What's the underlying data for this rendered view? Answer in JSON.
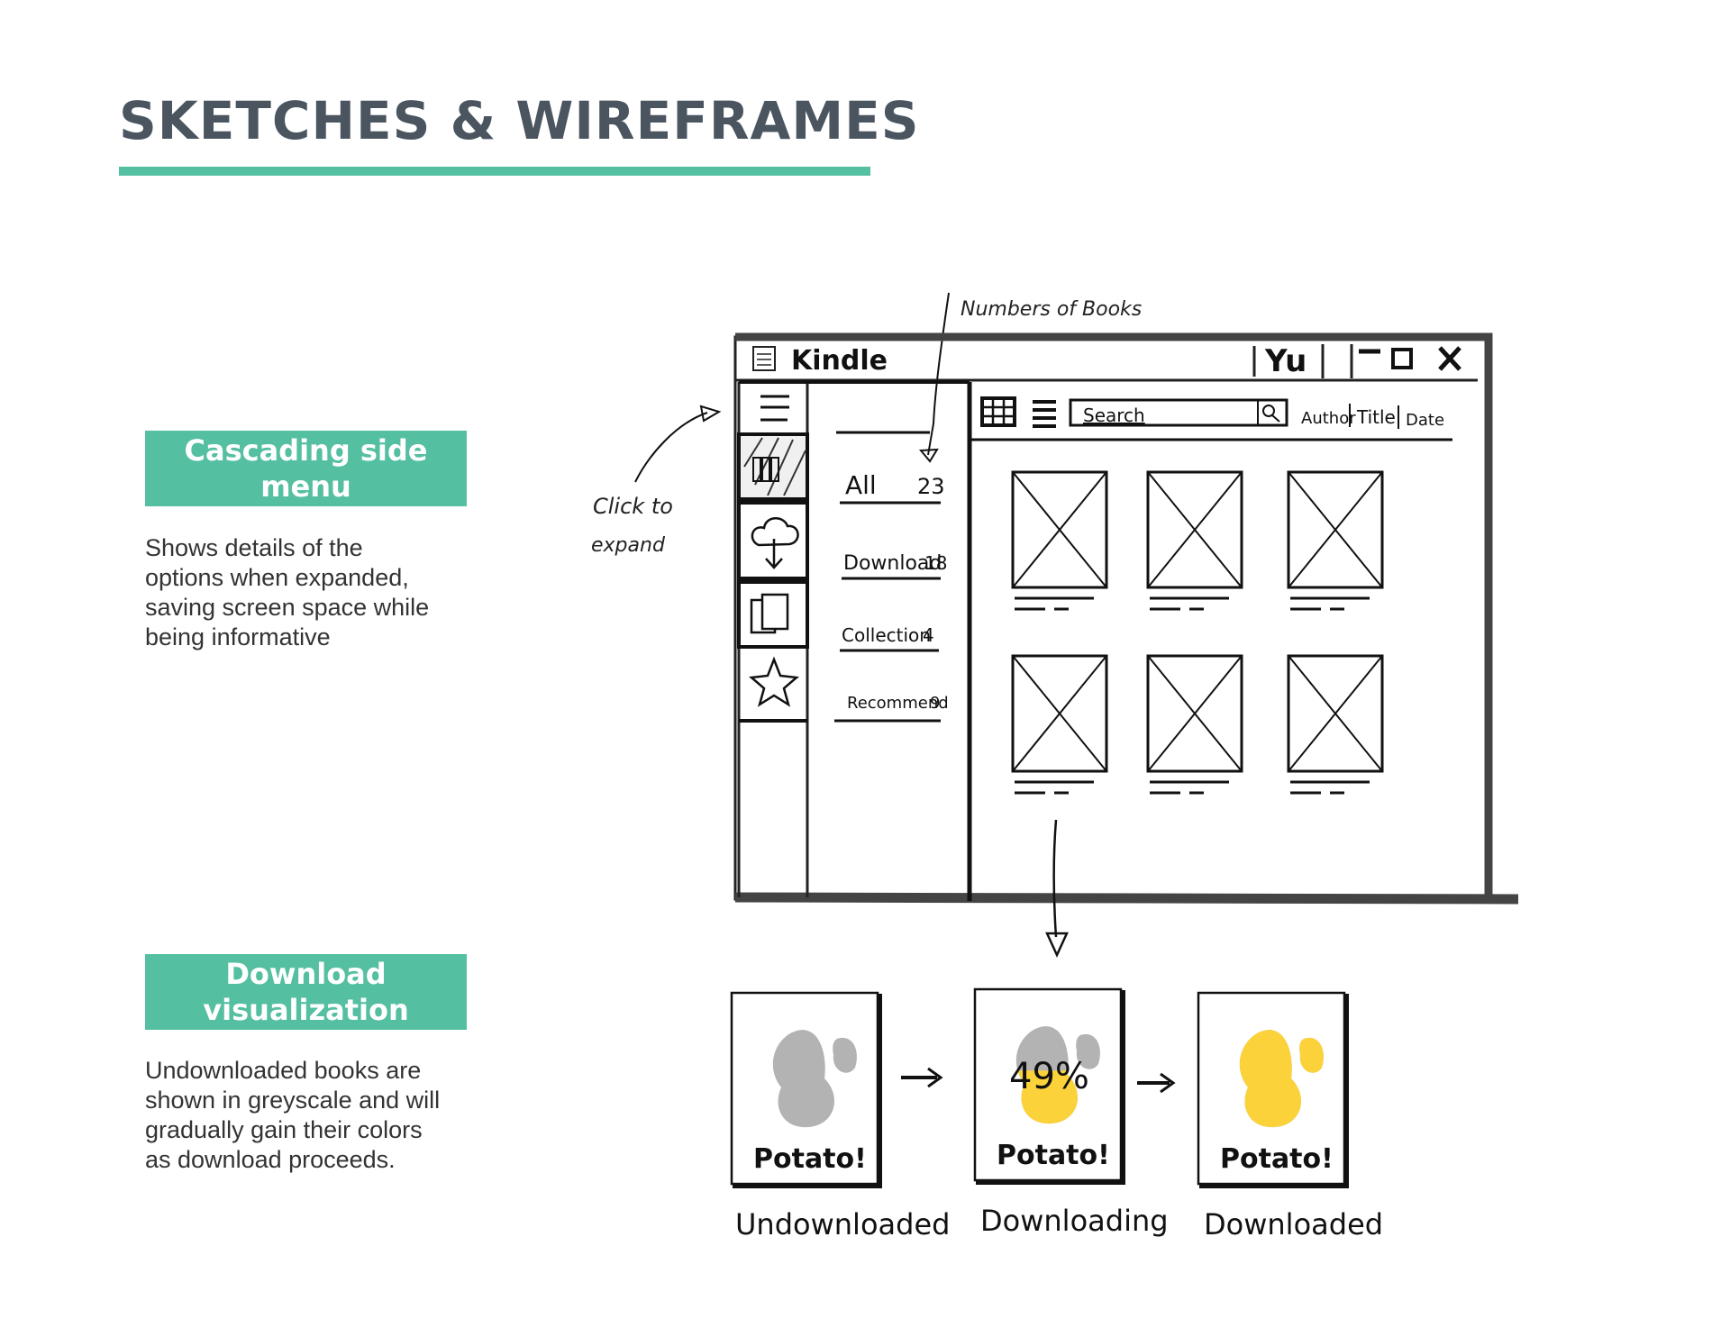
{
  "page_title": "SKETCHES & WIREFRAMES",
  "sections": [
    {
      "heading": "Cascading side menu",
      "body_lines": [
        "Shows details of the",
        "options when expanded,",
        "saving screen space while",
        "being informative"
      ]
    },
    {
      "heading": "Download visualization",
      "body_lines": [
        "Undownloaded books are",
        "shown in greyscale and will",
        "gradually gain their colors",
        "as download proceeds."
      ]
    }
  ],
  "wireframe": {
    "app_title": "Kindle",
    "user_initials": "Yu",
    "annotation_numbers": "Numbers of Books",
    "annotation_click_line1": "Click to",
    "annotation_click_line2": "expand",
    "search_placeholder": "Search",
    "sort_options": [
      "Author",
      "Title",
      "Date"
    ],
    "menu_items": [
      {
        "label": "All",
        "count": "23"
      },
      {
        "label": "Download",
        "count": "18"
      },
      {
        "label": "Collection",
        "count": "4"
      },
      {
        "label": "Recommend",
        "count": "9"
      }
    ],
    "sidebar_icons": [
      "library-icon",
      "cloud-download-icon",
      "collection-icon",
      "star-icon"
    ]
  },
  "download_states": [
    {
      "title": "Potato!",
      "caption": "Undownloaded",
      "progress": 0,
      "percent_label": ""
    },
    {
      "title": "Potato!",
      "caption": "Downloading",
      "progress": 0.49,
      "percent_label": "49%"
    },
    {
      "title": "Potato!",
      "caption": "Downloaded",
      "progress": 1,
      "percent_label": ""
    }
  ],
  "colors": {
    "accent": "#55bfa2",
    "title": "#4a5560",
    "grey_fill": "#b3b3b3",
    "yellow_fill": "#fcd23b"
  }
}
